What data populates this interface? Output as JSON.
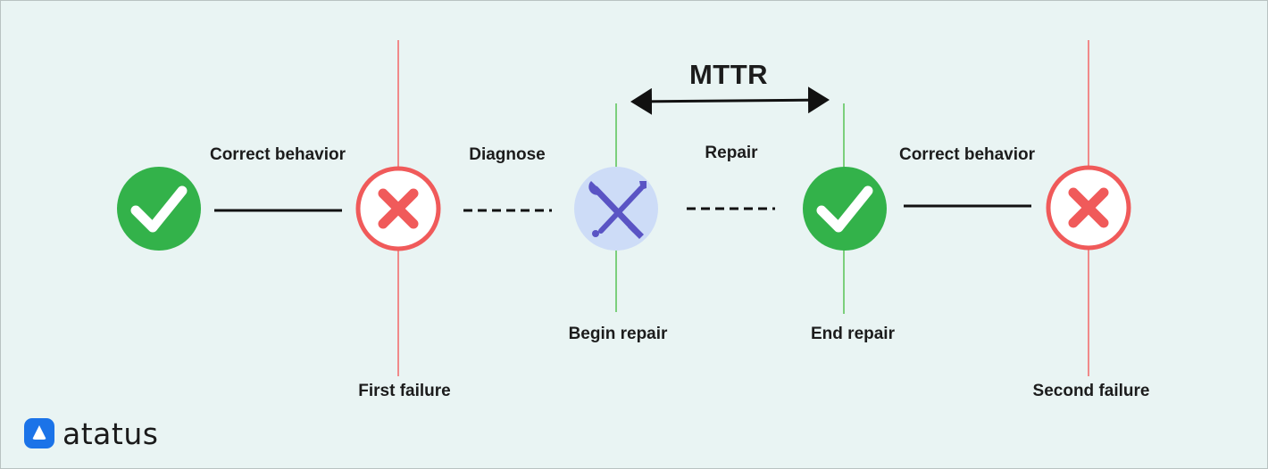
{
  "diagram": {
    "title": "MTTR",
    "segments": {
      "correct_behavior_1": "Correct behavior",
      "diagnose": "Diagnose",
      "repair": "Repair",
      "correct_behavior_2": "Correct behavior"
    },
    "markers": {
      "first_failure": "First failure",
      "begin_repair": "Begin repair",
      "end_repair": "End repair",
      "second_failure": "Second failure"
    }
  },
  "brand": {
    "name": "atatus"
  },
  "colors": {
    "ok": "#33b24a",
    "fail": "#f05a5a",
    "repair_bg": "#cddcf7",
    "repair_tool": "#5a54c4",
    "failure_line": "#f08a8a",
    "repair_line": "#7ccf7c",
    "brand": "#1b73e8"
  }
}
